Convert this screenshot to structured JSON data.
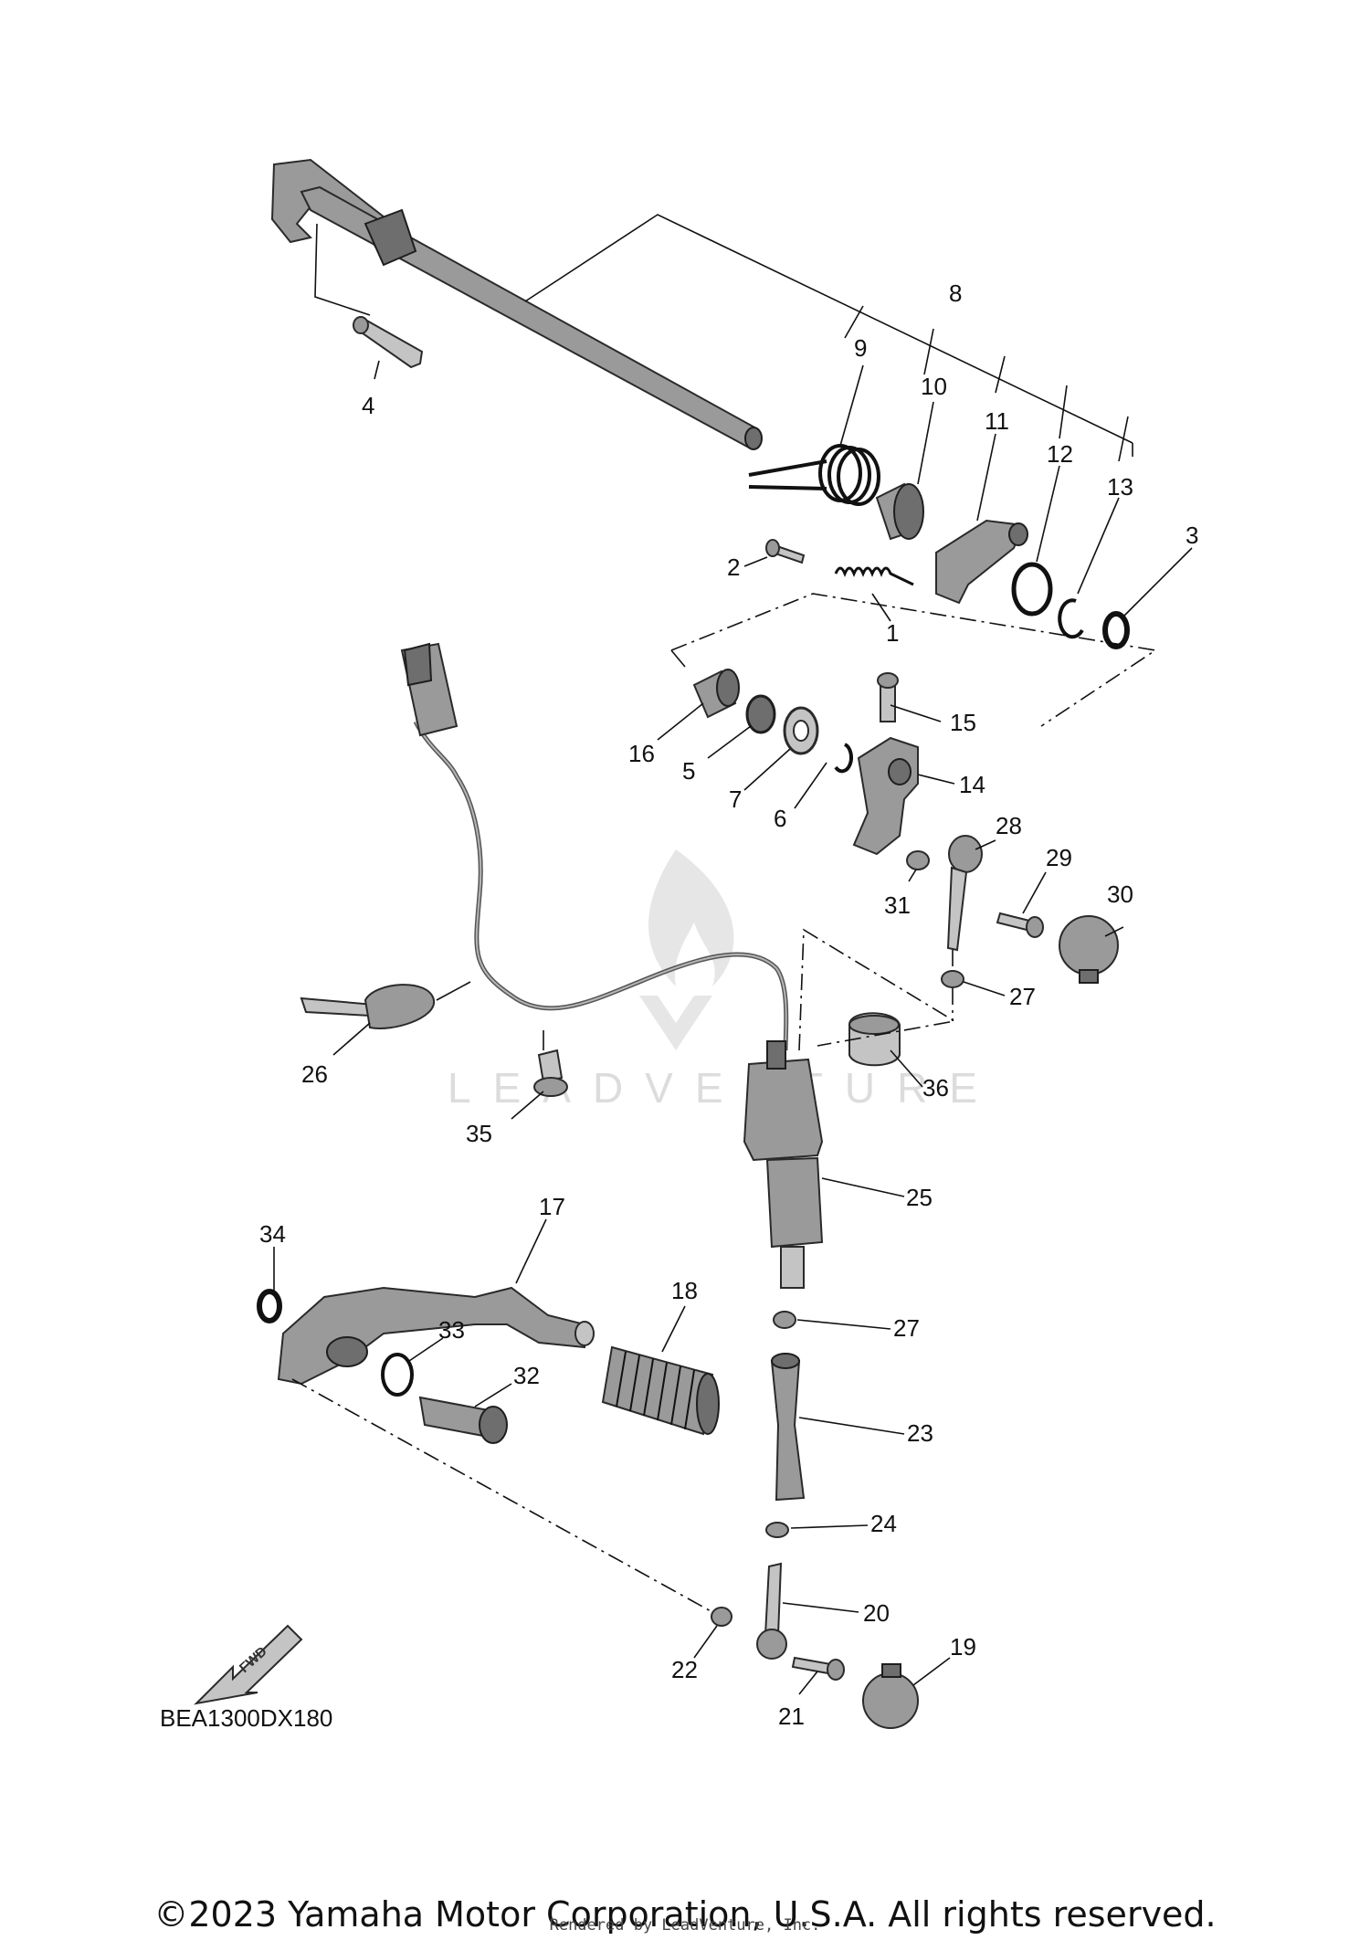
{
  "diagram": {
    "code": "BEA1300DX180",
    "fwd_label": "FWD",
    "watermark": "LEADVENTURE",
    "callouts": {
      "c1": "1",
      "c2": "2",
      "c3": "3",
      "c4": "4",
      "c5": "5",
      "c6": "6",
      "c7": "7",
      "c8": "8",
      "c9": "9",
      "c10": "10",
      "c11": "11",
      "c12": "12",
      "c13": "13",
      "c14": "14",
      "c15": "15",
      "c16": "16",
      "c17": "17",
      "c18": "18",
      "c19": "19",
      "c20": "20",
      "c21": "21",
      "c22": "22",
      "c23": "23",
      "c24": "24",
      "c25": "25",
      "c26": "26",
      "c27a": "27",
      "c27b": "27",
      "c28": "28",
      "c29": "29",
      "c30": "30",
      "c31": "31",
      "c32": "32",
      "c33": "33",
      "c34": "34",
      "c35": "35",
      "c36": "36"
    }
  },
  "footer": {
    "copyright": "©2023 Yamaha Motor Corporation, U.S.A. All rights reserved.",
    "rendered_by": "Rendered by LeadVenture, Inc."
  },
  "colors": {
    "part_fill": "#9a9a9a",
    "outline": "#2a2a2a",
    "watermark": "#dcdcdc"
  }
}
